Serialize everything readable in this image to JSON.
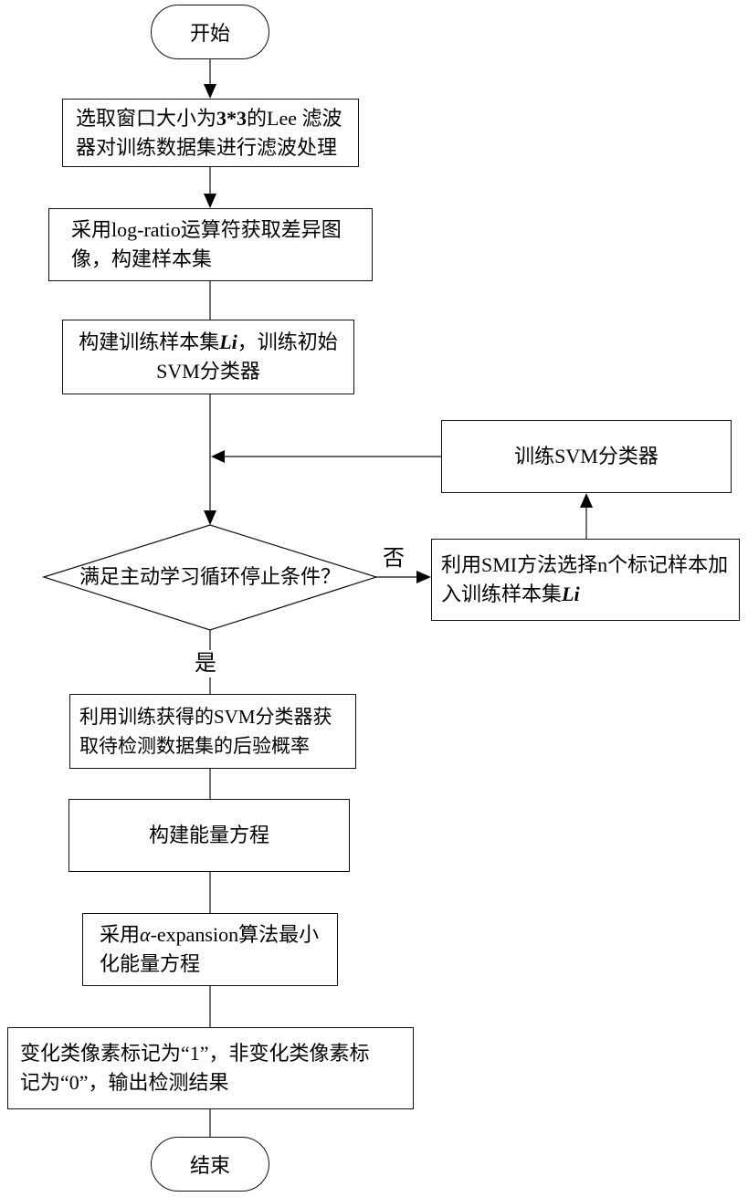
{
  "nodes": {
    "start": {
      "label": "开始"
    },
    "lee_filter": {
      "line1_pre": "选取窗口大小为",
      "line1_bold": "3*3",
      "line1_post": "的Lee 滤波",
      "line2": "器对训练数据集进行滤波处理"
    },
    "log_ratio": {
      "line1": "采用log-ratio运算符获取差异图",
      "line2": "像，构建样本集"
    },
    "init_svm": {
      "line1_pre": "构建训练样本集",
      "line1_var": "Li",
      "line1_post": "，训练初始",
      "line2": "SVM分类器"
    },
    "train_svm": {
      "label": "训练SVM分类器"
    },
    "stop_condition": {
      "label": "满足主动学习循环停止条件？"
    },
    "select_samples": {
      "line1": "利用SMI方法选择n个标记样本加",
      "line2_pre": "入训练样本集",
      "line2_var": "Li"
    },
    "posterior": {
      "line1": "利用训练获得的SVM分类器获",
      "line2": "取待检测数据集的后验概率"
    },
    "energy": {
      "label": "构建能量方程"
    },
    "minimize": {
      "line1_pre": "采用",
      "line1_var": "α",
      "line1_post": "-expansion算法最小",
      "line2": "化能量方程"
    },
    "output": {
      "line1": "变化类像素标记为“1”，非变化类像素标",
      "line2": "记为“0”，输出检测结果"
    },
    "end": {
      "label": "结束"
    }
  },
  "branches": {
    "no": "否",
    "yes": "是"
  }
}
